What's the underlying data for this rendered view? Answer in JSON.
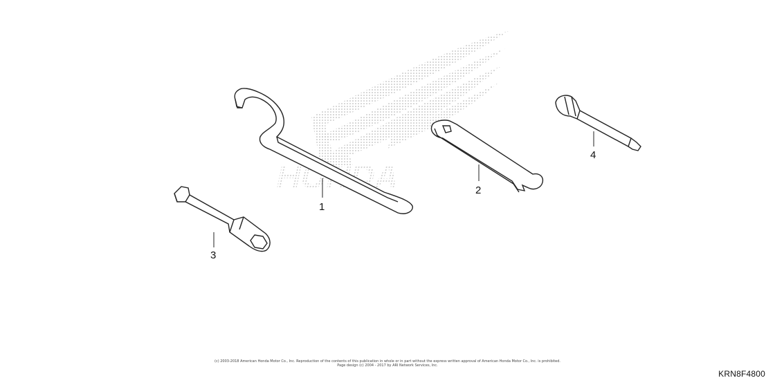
{
  "callouts": [
    "1",
    "2",
    "3",
    "4"
  ],
  "copyright": {
    "line1": "(c) 2003-2018 American Honda Motor Co., Inc. Reproduction of the contents of this publication in whole or in part without the express written approval of American Honda Motor Co., Inc. is prohibited.",
    "line2": "Page design (c) 2004 - 2017 by ARI Network Services, Inc."
  },
  "diagram_code": "KRN8F4800",
  "watermark": {
    "icon": "honda-wing-logo",
    "color": "#bdbdbd"
  }
}
